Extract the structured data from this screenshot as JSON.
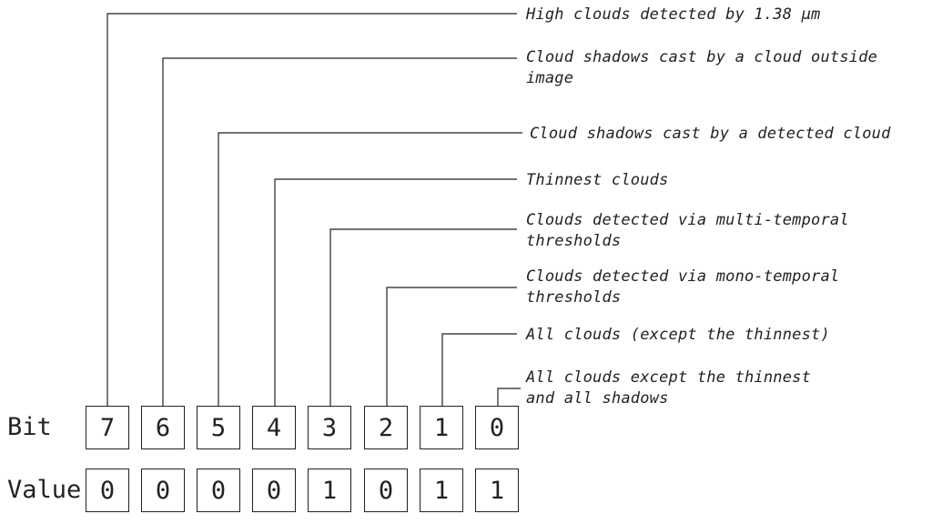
{
  "row_labels": {
    "bit": "Bit",
    "value": "Value"
  },
  "bits": [
    {
      "bit": "7",
      "value": "0",
      "description": "High clouds detected by 1.38 µm"
    },
    {
      "bit": "6",
      "value": "0",
      "description": "Cloud shadows cast by a cloud outside\nimage"
    },
    {
      "bit": "5",
      "value": "0",
      "description": "Cloud shadows cast by a detected cloud"
    },
    {
      "bit": "4",
      "value": "0",
      "description": "Thinnest clouds"
    },
    {
      "bit": "3",
      "value": "1",
      "description": "Clouds detected via multi-temporal\nthresholds"
    },
    {
      "bit": "2",
      "value": "0",
      "description": "Clouds detected via mono-temporal\nthresholds"
    },
    {
      "bit": "1",
      "value": "1",
      "description": "All clouds (except the thinnest)"
    },
    {
      "bit": "0",
      "value": "1",
      "description": "All clouds except the thinnest\nand all shadows"
    }
  ]
}
